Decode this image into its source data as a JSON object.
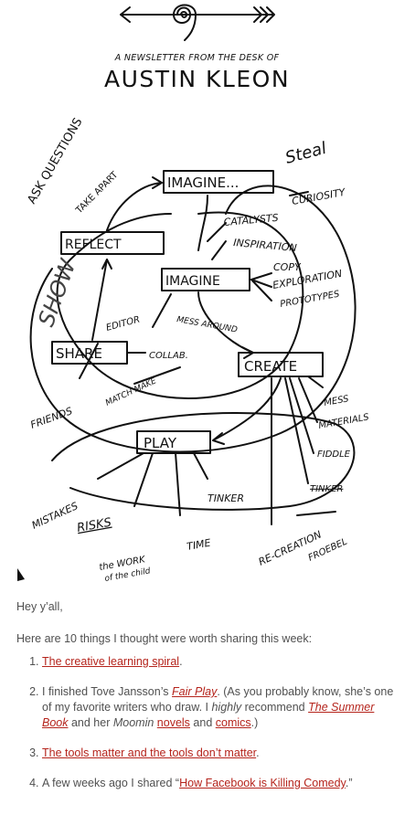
{
  "header": {
    "tagline": "A NEWSLETTER FROM THE DESK OF",
    "brand": "AUSTIN KLEON",
    "logo_icon": "arrow-with-spiral-icon"
  },
  "sketch": {
    "labels": {
      "ask_questions": "ASK QUESTIONS",
      "take_apart": "TAKE APART",
      "imagine_top": "IMAGINE...",
      "steal": "Steal",
      "curiosity": "CURIOSITY",
      "catalysts": "CATALYSTS",
      "inspiration": "INSPIRATION",
      "reflect": "REFLECT",
      "copy": "COPY",
      "imagine_center": "IMAGINE",
      "exploration": "EXPLORATION",
      "prototypes": "PROTOTYPES",
      "show": "SHOW",
      "editor": "EDITOR",
      "mess_around": "MESS AROUND",
      "share": "SHARE",
      "collab": "COLLAB.",
      "create": "CREATE",
      "friends": "FRIENDS",
      "match_make": "MATCH MAKE",
      "mess": "MESS",
      "materials": "MATERIALS",
      "play": "PLAY",
      "fiddle": "FIDDLE",
      "mistakes": "MISTAKES",
      "tinker": "TINKER",
      "tinker_struck": "TINKER",
      "risks": "RISKS",
      "time": "TIME",
      "work_line1": "the WORK",
      "work_line2": "of the child",
      "recreation": "RE-CREATION",
      "froebel": "FROEBEL"
    }
  },
  "content": {
    "greeting": "Hey y’all,",
    "intro": "Here are 10 things I thought were worth sharing this week:",
    "items": [
      {
        "link": "The creative learning spiral",
        "after": "."
      },
      {
        "pre": "I finished Tove Jansson’s ",
        "link1": "Fair Play",
        "mid1": ". (As you probably know, she’s one of my favorite writers who draw. I ",
        "em": "highly",
        "mid2": " recommend ",
        "link2": "The Summer Book",
        "mid3": " and her ",
        "em2": "Moomin",
        "mid4": " ",
        "link3": "novels",
        "mid5": " and ",
        "link4": "comics",
        "after": ".)"
      },
      {
        "link": "The tools matter and the tools don’t matter",
        "after": "."
      },
      {
        "pre": "A few weeks ago I shared “",
        "link": "How Facebook is Killing Comedy",
        "after": ".”"
      }
    ]
  },
  "colors": {
    "link": "#b5241c",
    "text": "#505050",
    "ink": "#111111"
  }
}
